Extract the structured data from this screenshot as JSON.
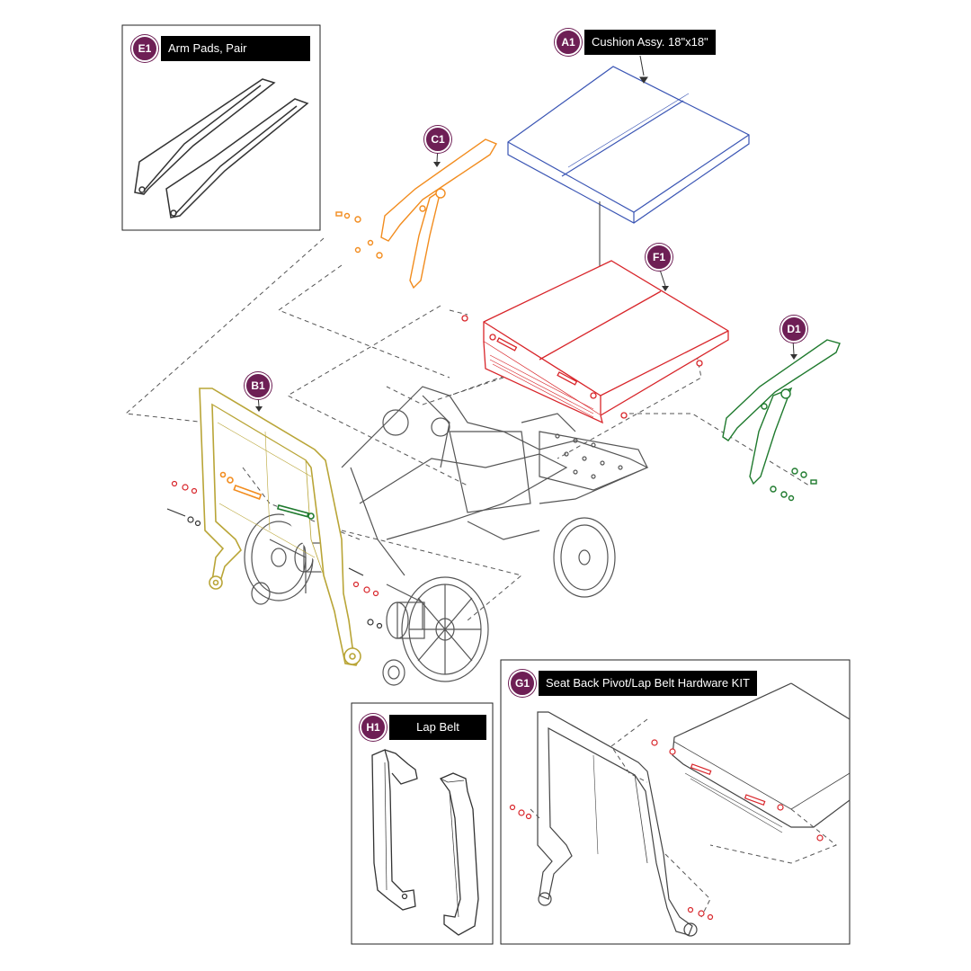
{
  "parts": {
    "e1": {
      "code": "E1",
      "label": "Arm Pads, Pair"
    },
    "a1": {
      "code": "A1",
      "label": "Cushion Assy. 18\"x18\""
    },
    "c1": {
      "code": "C1"
    },
    "f1": {
      "code": "F1"
    },
    "d1": {
      "code": "D1"
    },
    "b1": {
      "code": "B1"
    },
    "g1": {
      "code": "G1",
      "label": "Seat Back Pivot/Lap Belt Hardware KIT"
    },
    "h1": {
      "code": "H1",
      "label": "Lap Belt"
    }
  },
  "colors": {
    "badge": "#6e1f55",
    "cushion": "#3a55b4",
    "seat_pan": "#d8252a",
    "left_arm": "#f28c1e",
    "right_arm": "#1f7a2e",
    "seat_back": "#b9a537",
    "line_art": "#4a4a4a"
  }
}
